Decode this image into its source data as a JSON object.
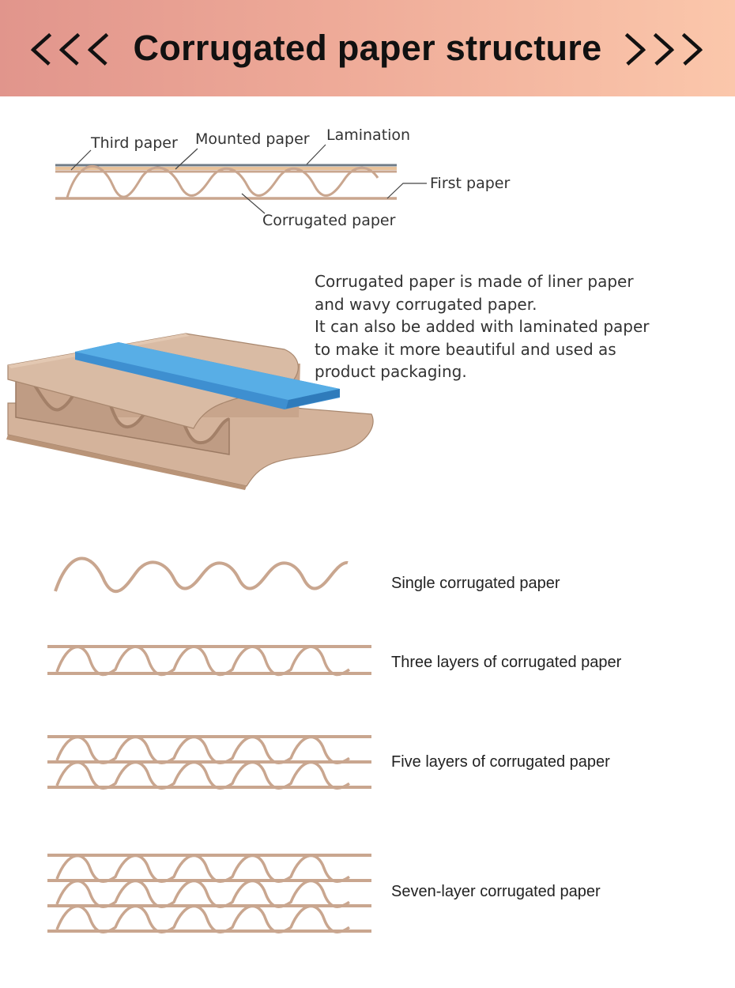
{
  "header": {
    "title": "Corrugated paper structure",
    "bg_start": "#e1958c",
    "bg_end": "#fbc7ab"
  },
  "structure_labels": {
    "third_paper": "Third paper",
    "mounted_paper": "Mounted paper",
    "lamination": "Lamination",
    "first_paper": "First paper",
    "corrugated_paper": "Corrugated paper"
  },
  "description": {
    "lines": [
      "Corrugated paper is made of liner paper",
      "and wavy corrugated paper.",
      "It can also be added with laminated paper",
      "to make it more beautiful and used as",
      "product packaging."
    ]
  },
  "types": [
    {
      "label": "Single corrugated paper"
    },
    {
      "label": "Three layers of corrugated paper"
    },
    {
      "label": "Five layers of corrugated paper"
    },
    {
      "label": "Seven-layer corrugated paper"
    }
  ],
  "colors": {
    "kraft": "#c9a68f",
    "kraft_dark": "#b99478",
    "lamination_blue": "#4aa3e0",
    "lamination_line": "#6f7b86"
  }
}
